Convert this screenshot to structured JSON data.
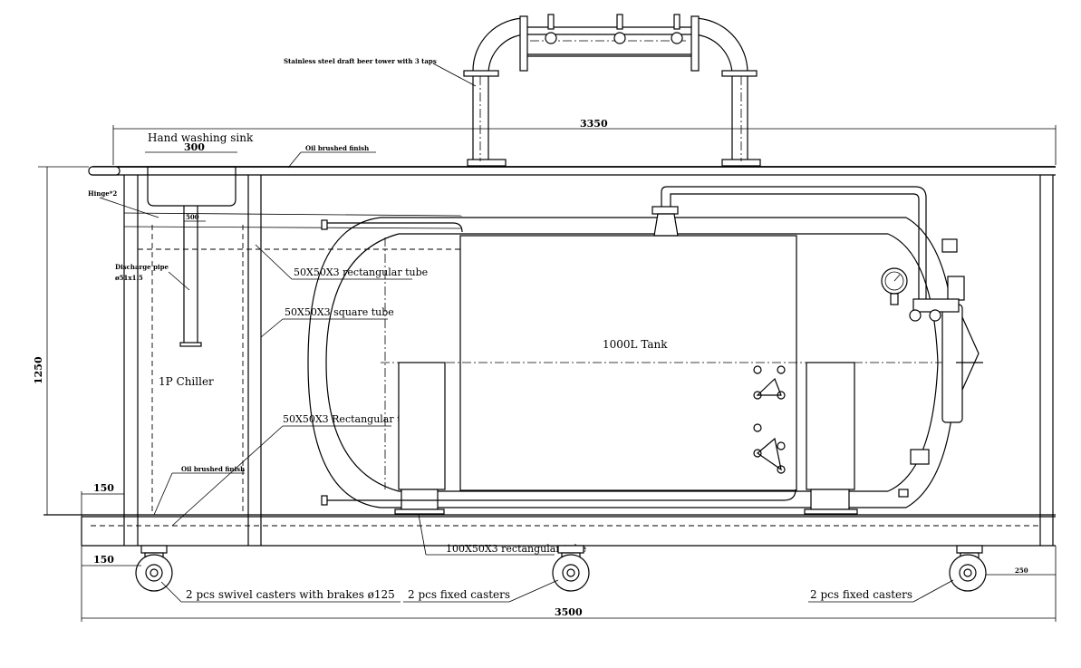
{
  "labels": {
    "beer_tower": "Stainless steel draft beer tower with 3 taps",
    "hand_sink": "Hand washing sink",
    "oil_finish_top": "Oil brushed finish",
    "hinge": "Hinge*2",
    "discharge_pipe": "Discharge pipe",
    "discharge_pipe_size": "ø51x1.5",
    "rect_tube_top": "50X50X3  rectangular tube",
    "square_tube": "50X50X3   square tube",
    "chiller": "1P Chiller",
    "rect_tube_lower": "50X50X3 Rectangular tube",
    "oil_finish_bottom": "Oil brushed finish",
    "tank": "1000L Tank",
    "base_tube": "100X50X3 rectangular tube",
    "swivel_casters": "2 pcs swivel casters with brakes ø125",
    "fixed_casters_mid": "2 pcs fixed casters",
    "fixed_casters_right": "2 pcs fixed casters"
  },
  "dimensions": {
    "overall_top": "3350",
    "sink_width": "300",
    "sink_depth": "500",
    "height": "1250",
    "left_offset_upper": "150",
    "left_offset_lower": "150",
    "caster_offset_right": "250",
    "overall_bottom": "3500"
  }
}
